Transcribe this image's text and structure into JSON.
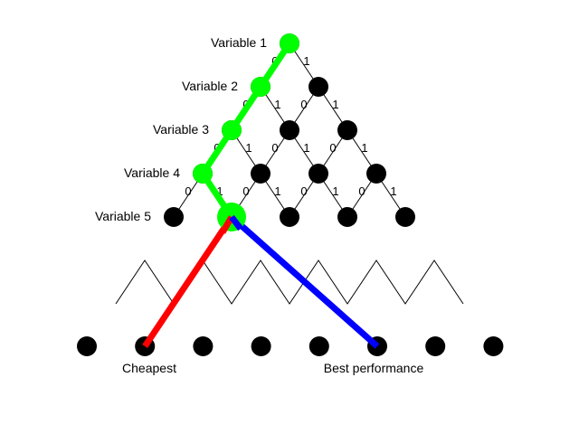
{
  "variables": [
    "Variable 1",
    "Variable 2",
    "Variable 3",
    "Variable 4",
    "Variable 5"
  ],
  "branch_labels": {
    "left": "0",
    "right": "1"
  },
  "leaf_labels": {
    "cheapest": "Cheapest",
    "best": "Best performance"
  },
  "colors": {
    "node": "#000000",
    "edge": "#000000",
    "path_selected": "#00ff00",
    "path_cheapest": "#ff0000",
    "path_best": "#0000ff"
  },
  "selected_path": [
    0,
    0,
    0,
    1
  ],
  "cheapest_leaf_index": 1,
  "best_leaf_index": 5,
  "leaf_count": 8
}
